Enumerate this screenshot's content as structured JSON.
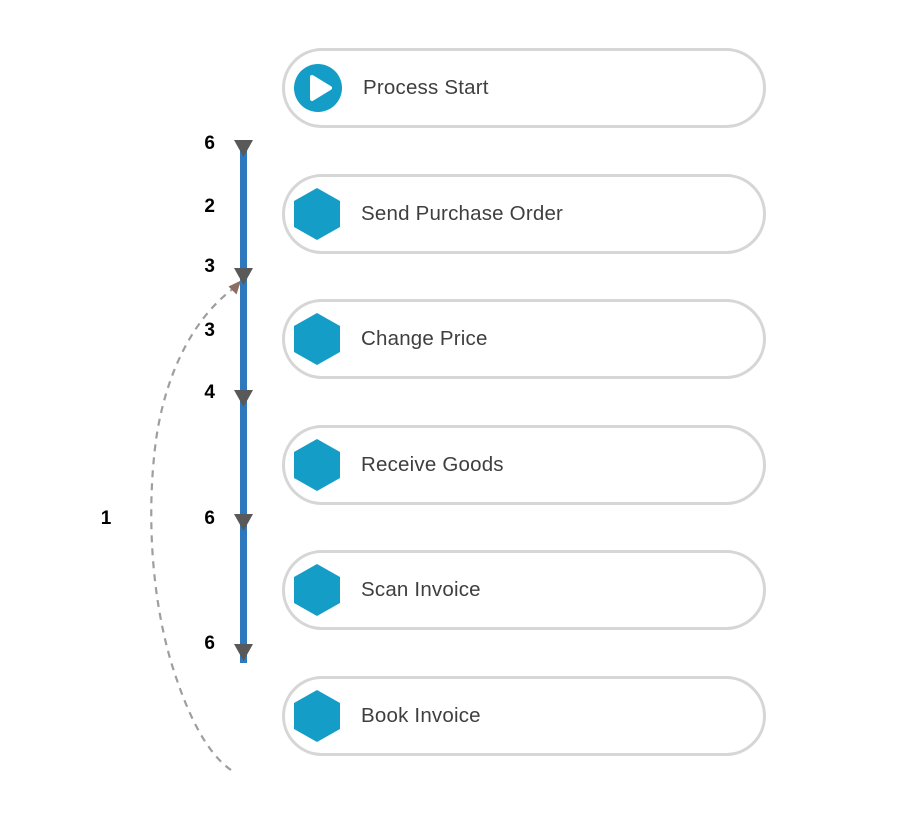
{
  "diagram": {
    "nodes": [
      {
        "label": "Process Start",
        "icon": "play-circle"
      },
      {
        "label": "Send Purchase Order",
        "icon": "hexagon"
      },
      {
        "label": "Change Price",
        "icon": "hexagon"
      },
      {
        "label": "Receive Goods",
        "icon": "hexagon"
      },
      {
        "label": "Scan Invoice",
        "icon": "hexagon"
      },
      {
        "label": "Book Invoice",
        "icon": "hexagon"
      }
    ],
    "edge_counts": [
      "6",
      "2",
      "3",
      "3",
      "4",
      "6",
      "6"
    ],
    "loop_count": "1",
    "colors": {
      "accent_teal": "#149EC7",
      "flow_line_blue": "#2E79BD",
      "arrowhead_gray": "#595959",
      "loop_dash_gray": "#9E9E9E",
      "loop_arrow_brown": "#8D6E63",
      "node_border_gray": "#D6D6D6",
      "node_text_gray": "#3F3F3F",
      "count_text_black": "#000000"
    }
  }
}
